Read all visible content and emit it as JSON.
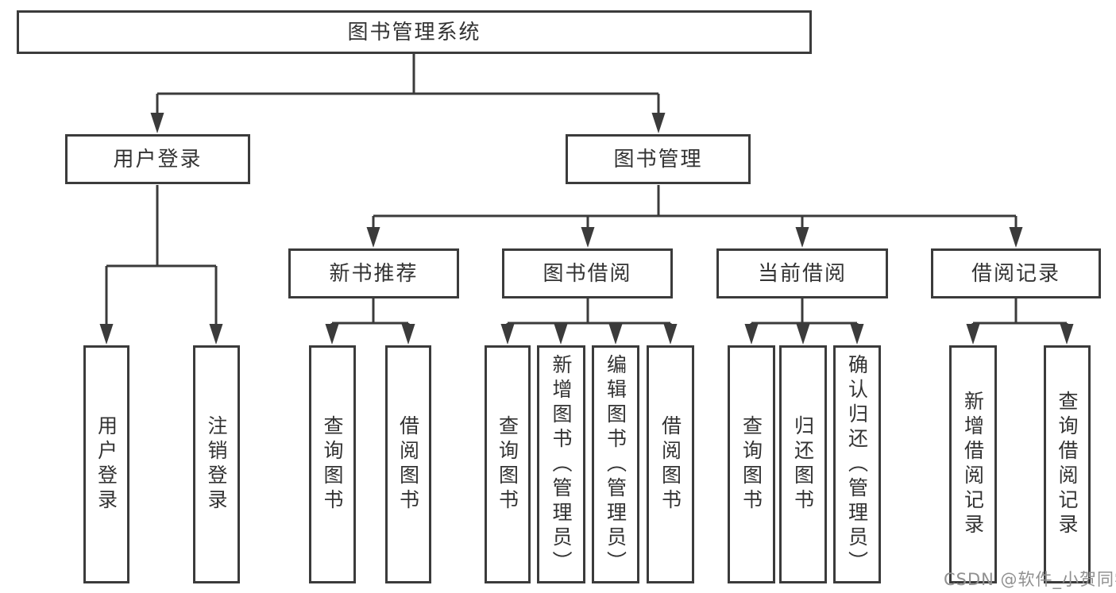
{
  "tree": {
    "root": {
      "label": "图书管理系统"
    },
    "children": [
      {
        "label": "用户登录",
        "children": [
          {
            "label": "用户登录"
          },
          {
            "label": "注销登录"
          }
        ]
      },
      {
        "label": "图书管理",
        "children": [
          {
            "label": "新书推荐",
            "children": [
              {
                "label": "查询图书"
              },
              {
                "label": "借阅图书"
              }
            ]
          },
          {
            "label": "图书借阅",
            "children": [
              {
                "label": "查询图书"
              },
              {
                "label": "新增图书（管理员）"
              },
              {
                "label": "编辑图书（管理员）"
              },
              {
                "label": "借阅图书"
              }
            ]
          },
          {
            "label": "当前借阅",
            "children": [
              {
                "label": "查询图书"
              },
              {
                "label": "归还图书"
              },
              {
                "label": "确认归还（管理员）"
              }
            ]
          },
          {
            "label": "借阅记录",
            "children": [
              {
                "label": "新增借阅记录"
              },
              {
                "label": "查询借阅记录"
              }
            ]
          }
        ]
      }
    ]
  },
  "watermark": "CSDN @软件_小贺同学",
  "colors": {
    "line": "#3b3b3b",
    "text": "#333333",
    "watermark": "#909090",
    "background": "#ffffff"
  }
}
